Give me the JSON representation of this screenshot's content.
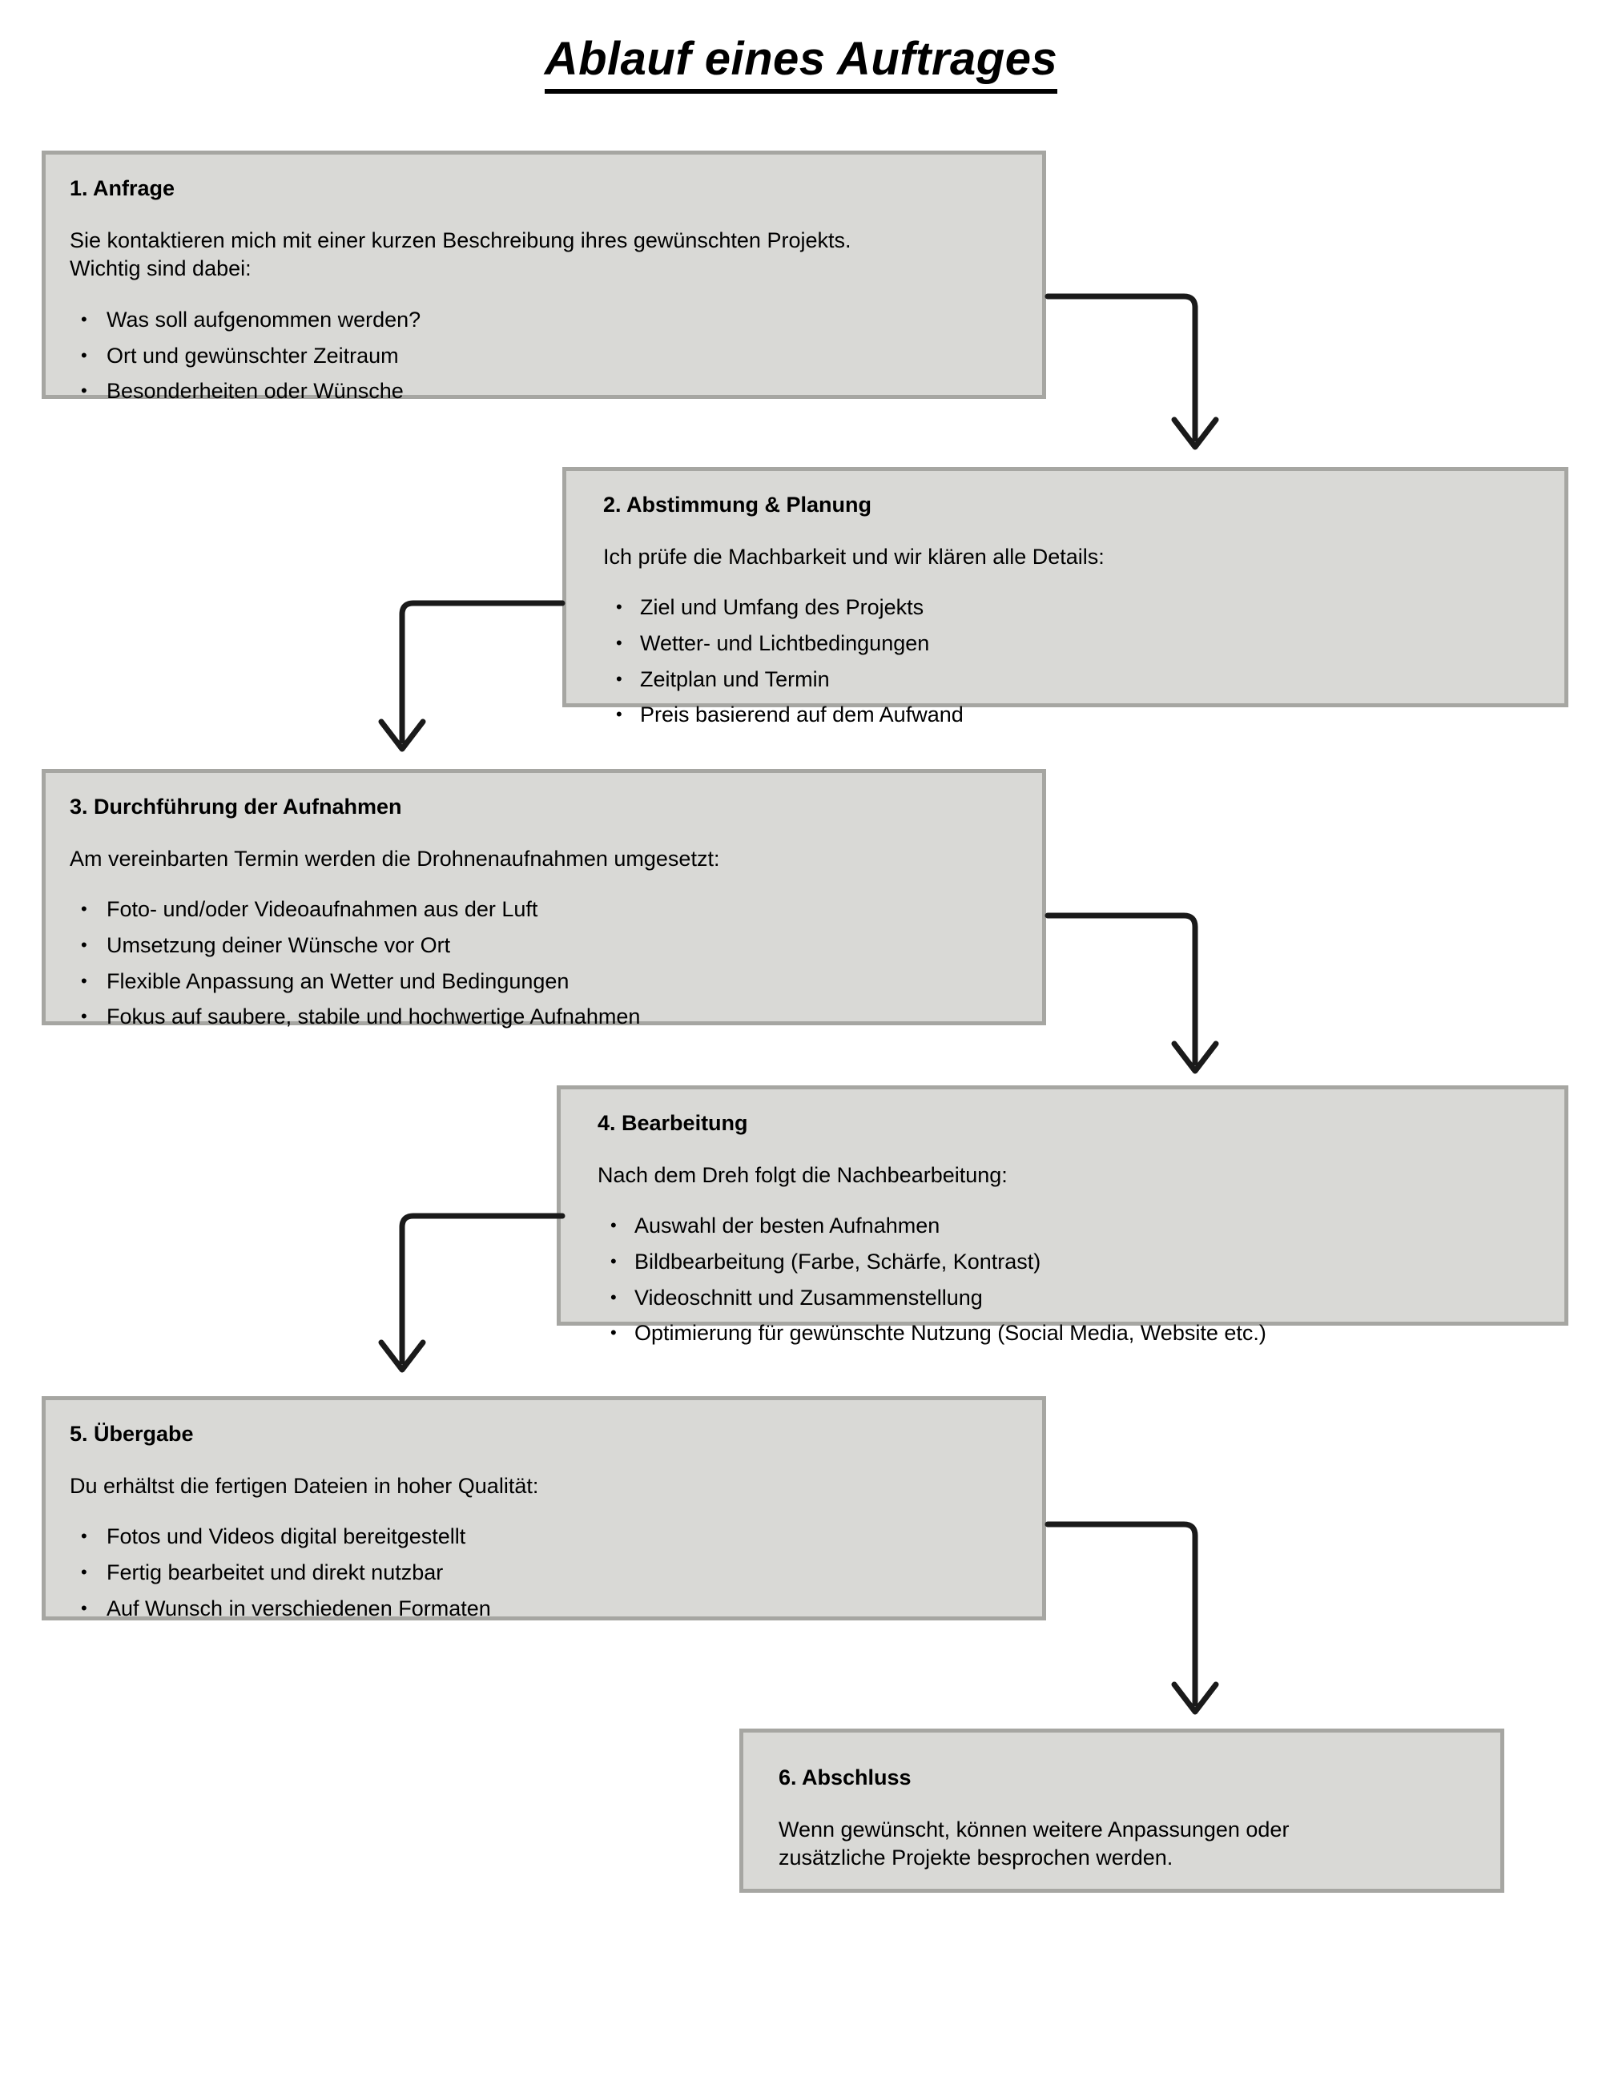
{
  "document": {
    "title": "Ablauf eines Auftrages"
  },
  "colors": {
    "box_fill": "#d9d9d6",
    "box_border": "#a6a6a2",
    "arrow": "#1a1a1a",
    "text": "#000000",
    "page_background": "#ffffff"
  },
  "steps": [
    {
      "id": "step-1",
      "title": "1. Anfrage",
      "intro": "Sie kontaktieren mich mit einer kurzen Beschreibung ihres gewünschten Projekts.\nWichtig sind dabei:",
      "bullets": [
        "Was soll aufgenommen werden?",
        "Ort und gewünschter Zeitraum",
        "Besonderheiten oder Wünsche"
      ]
    },
    {
      "id": "step-2",
      "title": "2. Abstimmung & Planung",
      "intro": "Ich prüfe die Machbarkeit und wir klären alle Details:",
      "bullets": [
        "Ziel und Umfang des Projekts",
        "Wetter- und Lichtbedingungen",
        "Zeitplan und Termin",
        "Preis basierend auf dem Aufwand"
      ]
    },
    {
      "id": "step-3",
      "title": "3. Durchführung der Aufnahmen",
      "intro": "Am vereinbarten Termin werden die Drohnenaufnahmen umgesetzt:",
      "bullets": [
        "Foto- und/oder Videoaufnahmen aus der Luft",
        "Umsetzung deiner Wünsche vor Ort",
        "Flexible Anpassung an Wetter und Bedingungen",
        "Fokus auf saubere, stabile und hochwertige Aufnahmen"
      ]
    },
    {
      "id": "step-4",
      "title": "4. Bearbeitung",
      "intro": "Nach dem Dreh folgt die Nachbearbeitung:",
      "bullets": [
        "Auswahl der besten Aufnahmen",
        "Bildbearbeitung (Farbe, Schärfe, Kontrast)",
        "Videoschnitt und Zusammenstellung",
        "Optimierung für gewünschte Nutzung (Social Media, Website etc.)"
      ]
    },
    {
      "id": "step-5",
      "title": "5. Übergabe",
      "intro": "Du erhältst die fertigen Dateien in hoher Qualität:",
      "bullets": [
        "Fotos und Videos digital bereitgestellt",
        "Fertig bearbeitet und direkt nutzbar",
        "Auf Wunsch in verschiedenen Formaten"
      ]
    },
    {
      "id": "step-6",
      "title": "6. Abschluss",
      "intro": "Wenn gewünscht, können weitere Anpassungen oder\nzusätzliche Projekte besprochen werden.",
      "bullets": []
    }
  ],
  "connectors": [
    {
      "id": "arrow-1-to-2",
      "from": "step-1",
      "to": "step-2",
      "direction": "right-then-down"
    },
    {
      "id": "arrow-2-to-3",
      "from": "step-2",
      "to": "step-3",
      "direction": "left-then-down"
    },
    {
      "id": "arrow-3-to-4",
      "from": "step-3",
      "to": "step-4",
      "direction": "right-then-down"
    },
    {
      "id": "arrow-4-to-5",
      "from": "step-4",
      "to": "step-5",
      "direction": "left-then-down"
    },
    {
      "id": "arrow-5-to-6",
      "from": "step-5",
      "to": "step-6",
      "direction": "right-then-down"
    }
  ]
}
